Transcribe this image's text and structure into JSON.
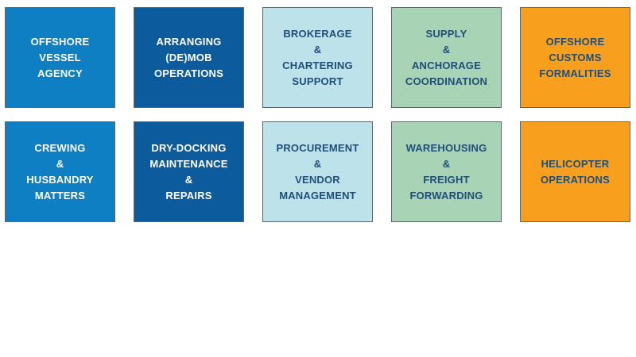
{
  "page": {
    "background": "#ffffff"
  },
  "grid": {
    "border_color": "#5a676c",
    "colors": {
      "mid_blue": "#0f7fc3",
      "dark_blue": "#0c5c9d",
      "pale_blue": "#bde2e9",
      "pale_green": "#a8d3b4",
      "orange": "#f8a01e",
      "navy_text": "#1f4e79",
      "white_text": "#ffffff"
    },
    "tiles": [
      {
        "id": "offshore-vessel-agency",
        "label": "OFFSHORE\nVESSEL\nAGENCY",
        "bg": "#0f7fc3",
        "text_color": "#ffffff"
      },
      {
        "id": "arranging-demob-operations",
        "label": "ARRANGING\n(DE)MOB\nOPERATIONS",
        "bg": "#0c5c9d",
        "text_color": "#ffffff"
      },
      {
        "id": "brokerage-chartering-support",
        "label": "BROKERAGE\n&\nCHARTERING\nSUPPORT",
        "bg": "#bde2e9",
        "text_color": "#1f4e79"
      },
      {
        "id": "supply-anchorage-coordination",
        "label": "SUPPLY\n&\nANCHORAGE\nCOORDINATION",
        "bg": "#a8d3b4",
        "text_color": "#1f4e79"
      },
      {
        "id": "offshore-customs-formalities",
        "label": "OFFSHORE\nCUSTOMS\nFORMALITIES",
        "bg": "#f8a01e",
        "text_color": "#1f4e79"
      },
      {
        "id": "crewing-husbandry-matters",
        "label": "CREWING\n&\nHUSBANDRY\nMATTERS",
        "bg": "#0f7fc3",
        "text_color": "#ffffff"
      },
      {
        "id": "dry-docking-maintenance-repairs",
        "label": "DRY-DOCKING\nMAINTENANCE\n&\nREPAIRS",
        "bg": "#0c5c9d",
        "text_color": "#ffffff"
      },
      {
        "id": "procurement-vendor-management",
        "label": "PROCUREMENT\n&\nVENDOR\nMANAGEMENT",
        "bg": "#bde2e9",
        "text_color": "#1f4e79"
      },
      {
        "id": "warehousing-freight-forwarding",
        "label": "WAREHOUSING\n&\nFREIGHT\nFORWARDING",
        "bg": "#a8d3b4",
        "text_color": "#1f4e79"
      },
      {
        "id": "helicopter-operations",
        "label": "HELICOPTER\nOPERATIONS",
        "bg": "#f8a01e",
        "text_color": "#1f4e79"
      }
    ]
  }
}
